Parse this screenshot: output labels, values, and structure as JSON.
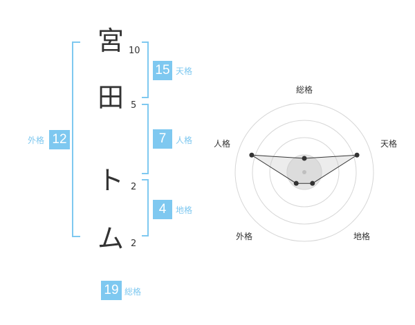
{
  "name": {
    "chars": [
      {
        "char": "宮",
        "strokes": "10"
      },
      {
        "char": "田",
        "strokes": "5"
      },
      {
        "char": "ト",
        "strokes": "2"
      },
      {
        "char": "ム",
        "strokes": "2"
      }
    ]
  },
  "fortune": {
    "tenkaku": {
      "value": "15",
      "label": "天格"
    },
    "jinkaku": {
      "value": "7",
      "label": "人格"
    },
    "chikaku": {
      "value": "4",
      "label": "地格"
    },
    "gaikaku": {
      "value": "12",
      "label": "外格"
    },
    "soukaku": {
      "value": "19",
      "label": "総格"
    }
  },
  "chart_data": {
    "type": "radar",
    "axes": [
      "総格",
      "天格",
      "地格",
      "外格",
      "人格"
    ],
    "values": [
      1,
      4,
      1,
      1,
      4
    ],
    "max": 5,
    "rings": 4
  }
}
